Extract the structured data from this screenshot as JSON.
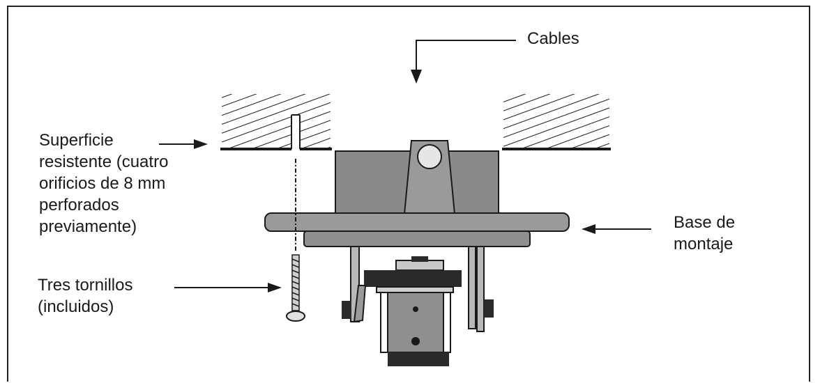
{
  "labels": {
    "cables": "Cables",
    "surface": "Superficie\nresistente (cuatro\norificios de 8 mm\nperforados\npreviamente)",
    "screws": "Tres tornillos\n(incluidos)",
    "base": "Base de\nmontaje"
  },
  "colors": {
    "line": "#1a1a1a",
    "housing_gray": "#8a8a8a",
    "base_gray": "#9a9a9a",
    "dark": "#2a2a2a",
    "light_gray": "#c8c8c8"
  }
}
